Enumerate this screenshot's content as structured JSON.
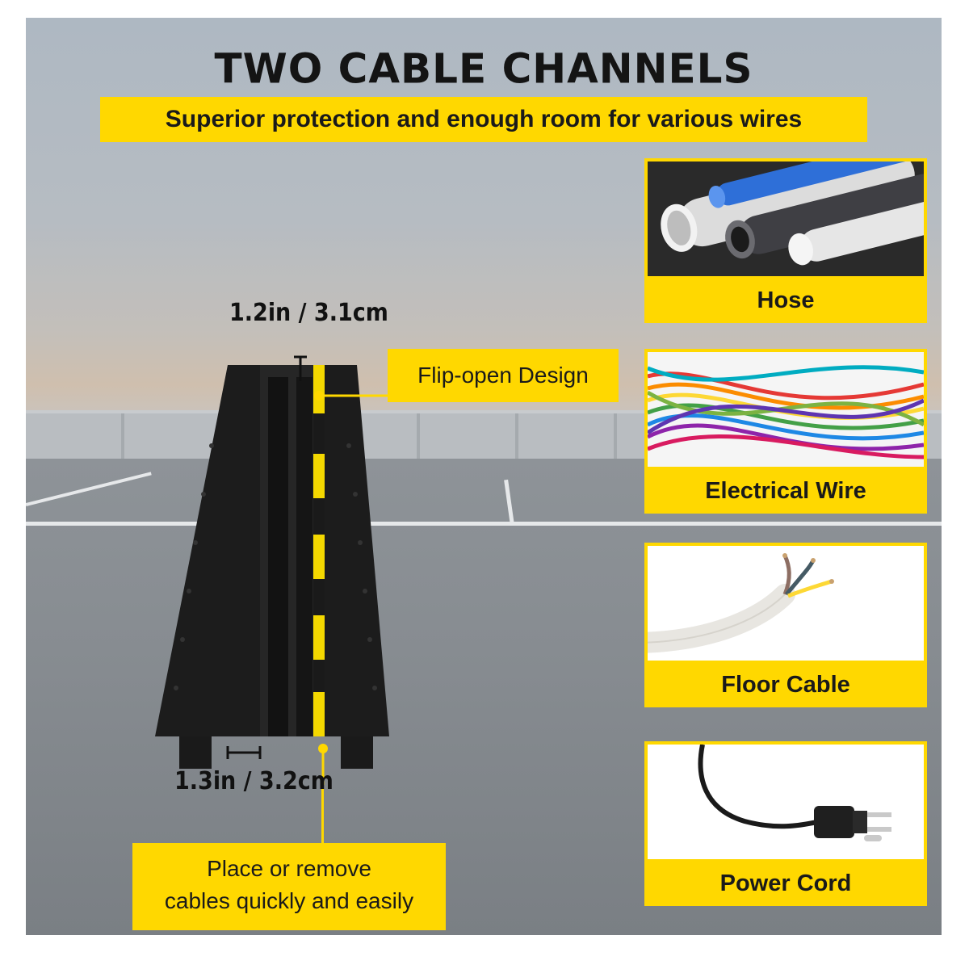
{
  "title": "TWO CABLE CHANNELS",
  "subtitle": "Superior protection and enough room for various wires",
  "dimensions": {
    "top": "1.2in / 3.1cm",
    "bottom": "1.3in / 3.2cm"
  },
  "callouts": {
    "flip_open": "Flip-open Design",
    "place_line1": "Place or remove",
    "place_line2": "cables quickly and easily"
  },
  "cards": [
    {
      "label": "Hose",
      "icon": "hose-pipes-icon"
    },
    {
      "label": "Electrical Wire",
      "icon": "electrical-wire-icon"
    },
    {
      "label": "Floor Cable",
      "icon": "floor-cable-icon"
    },
    {
      "label": "Power Cord",
      "icon": "power-cord-icon"
    }
  ],
  "colors": {
    "accent": "#ffd800",
    "text": "#1a1a1a",
    "ramp": "#1e1e1e"
  }
}
